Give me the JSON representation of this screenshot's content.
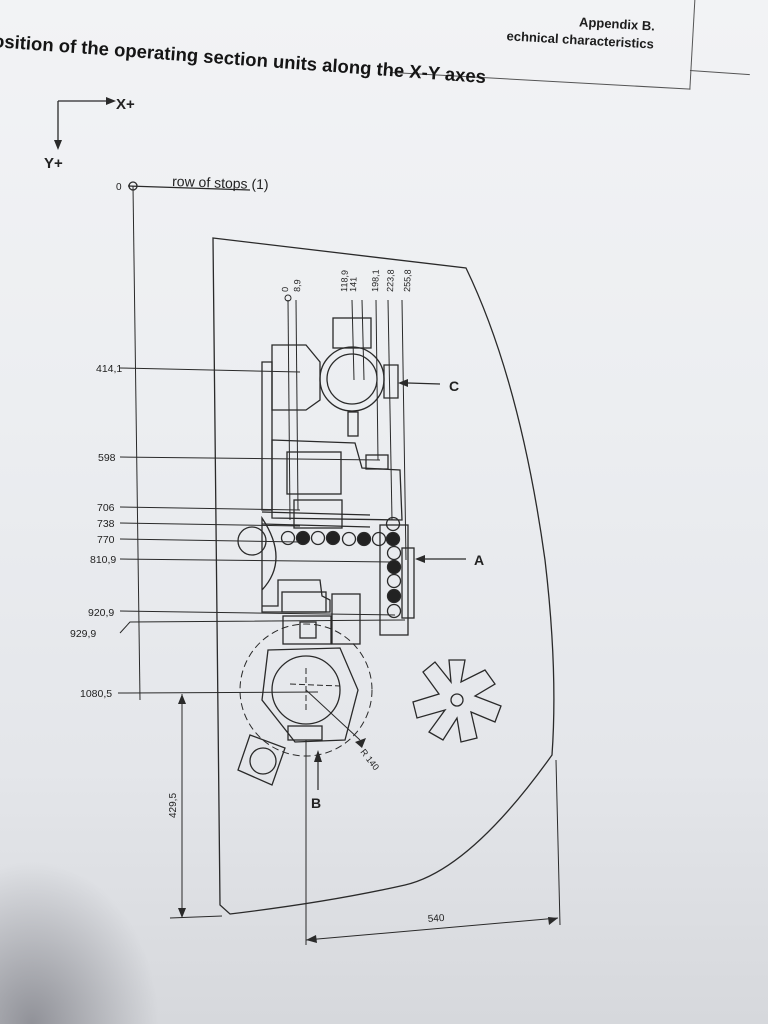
{
  "header": {
    "appendix": "Appendix B.",
    "section": "echnical characteristics"
  },
  "title": "osition of the operating section units along the X-Y axes",
  "axes": {
    "x_label": "X+",
    "y_label": "Y+"
  },
  "origin_label": "0",
  "stops_label": "row of stops (1)",
  "top_dims": [
    "0",
    "8,9",
    "118,9",
    "141",
    "198,1",
    "223,8",
    "255,8"
  ],
  "left_dims": [
    "414,1",
    "598",
    "706",
    "738",
    "770",
    "810,9",
    "920,9",
    "929,9",
    "1080,5"
  ],
  "vertical_dim": "429,5",
  "horizontal_dim": "540",
  "radius_label": "R 140",
  "callouts": {
    "a": "A",
    "b": "B",
    "c": "C"
  },
  "colors": {
    "line": "#2a2a2a",
    "paper": "#f0f1f3"
  }
}
